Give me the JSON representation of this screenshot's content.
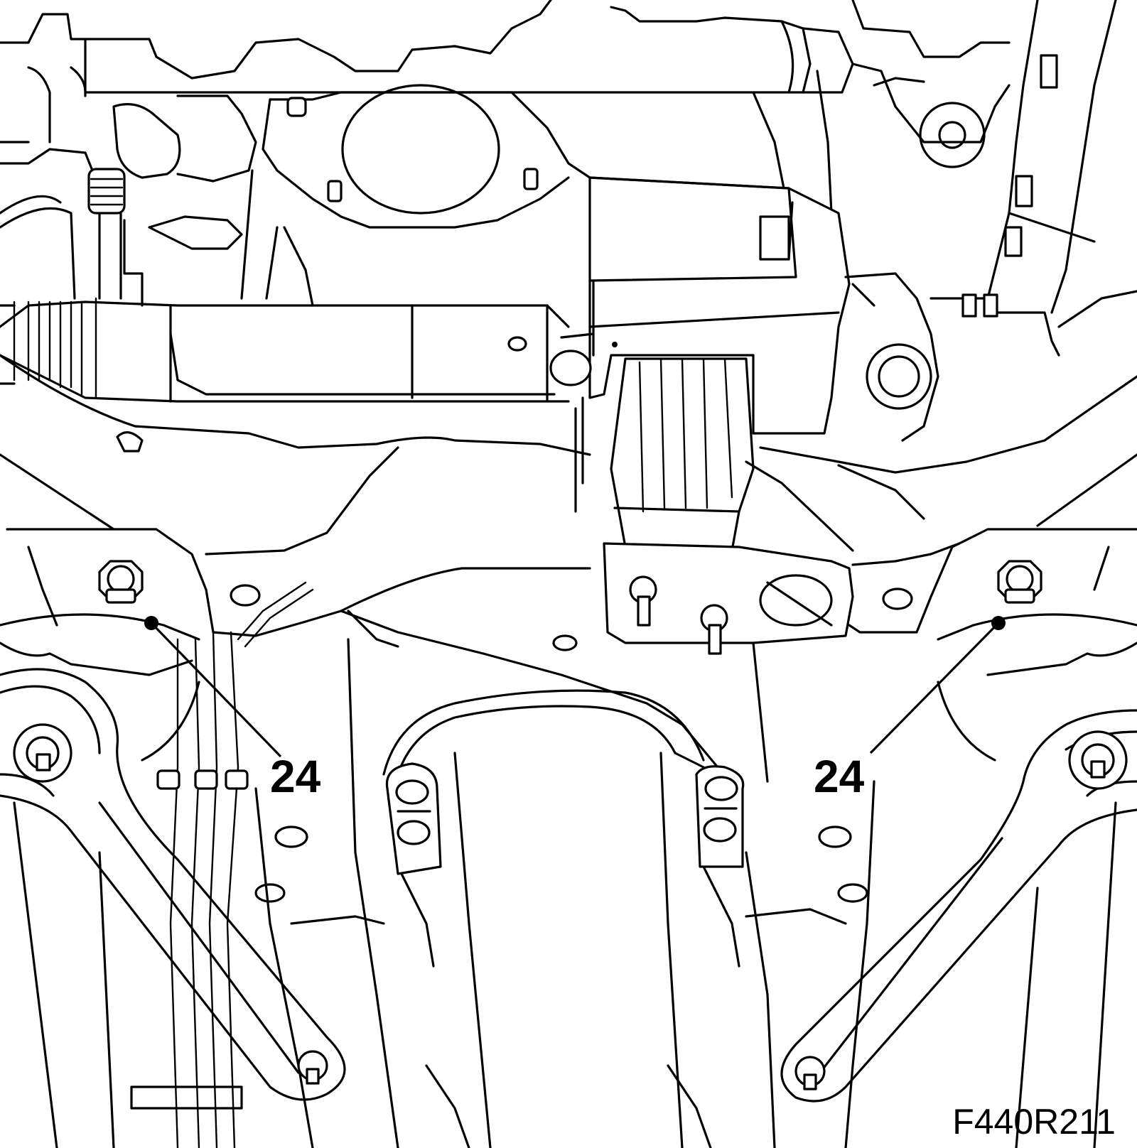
{
  "callouts": [
    {
      "label": "24"
    },
    {
      "label": "24"
    }
  ],
  "figure_code": "F440R211",
  "colors": {
    "line": "#000000",
    "background": "#ffffff"
  }
}
